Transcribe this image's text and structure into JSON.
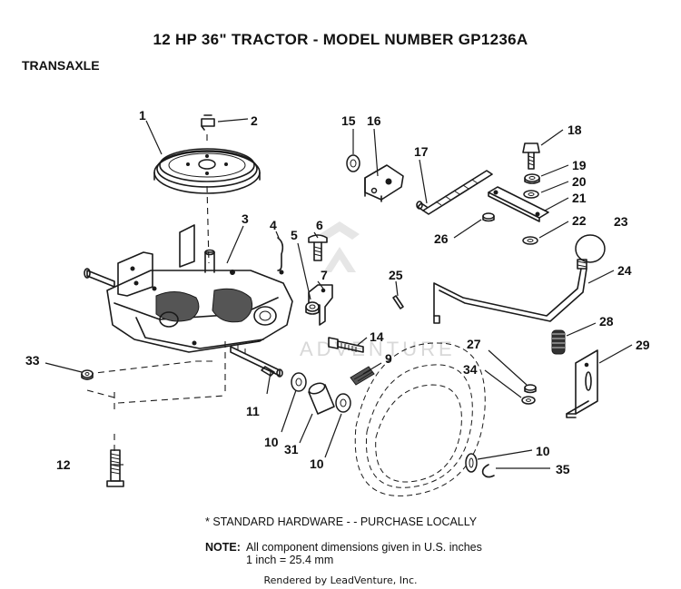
{
  "title": "12 HP  36\"  TRACTOR  - MODEL NUMBER GP1236A",
  "section": "TRANSAXLE",
  "watermark": "ADVENTURE",
  "callouts": {
    "p1": "1",
    "p2": "2",
    "p3": "3",
    "p4": "4",
    "p5": "5",
    "p6": "6",
    "p7": "7",
    "p9": "9",
    "p10a": "10",
    "p10b": "10",
    "p10c": "10",
    "p11": "11",
    "p12": "12",
    "p14": "14",
    "p15": "15",
    "p16": "16",
    "p17": "17",
    "p18": "18",
    "p19": "19",
    "p20": "20",
    "p21": "21",
    "p22": "22",
    "p23": "23",
    "p24": "24",
    "p25": "25",
    "p26": "26",
    "p27": "27",
    "p28": "28",
    "p29": "29",
    "p31": "31",
    "p33": "33",
    "p34": "34",
    "p35": "35"
  },
  "notes": {
    "standard_hardware": "* STANDARD HARDWARE - - PURCHASE LOCALLY",
    "note_label": "NOTE:",
    "note_line1": "All component dimensions given in U.S. inches",
    "note_line2": "1 inch = 25.4 mm"
  },
  "credit": "Rendered by LeadVenture, Inc."
}
